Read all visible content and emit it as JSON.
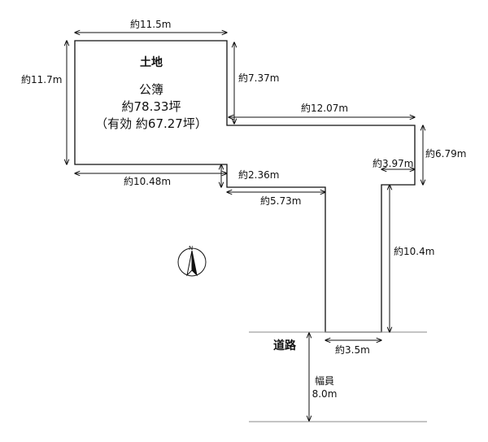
{
  "parcel": {
    "title": "土地",
    "area_heading": "公簿",
    "area_registered": "約78.33坪",
    "area_effective": "（有効 約67.27坪）"
  },
  "dimensions": {
    "top": "約11.5m",
    "left": "約11.7m",
    "upper_right_vertical": "約7.37m",
    "middle_horizontal": "約12.07m",
    "right_vertical": "約6.79m",
    "right_inset": "約3.97m",
    "lower_left_horizontal": "約10.48m",
    "step_vertical": "約2.36m",
    "lower_horizontal": "約5.73m",
    "access_vertical": "約10.4m",
    "frontage": "約3.5m"
  },
  "road": {
    "label": "道路",
    "width_label": "幅員",
    "width_value": "8.0m"
  },
  "compass": {
    "north": "N"
  }
}
